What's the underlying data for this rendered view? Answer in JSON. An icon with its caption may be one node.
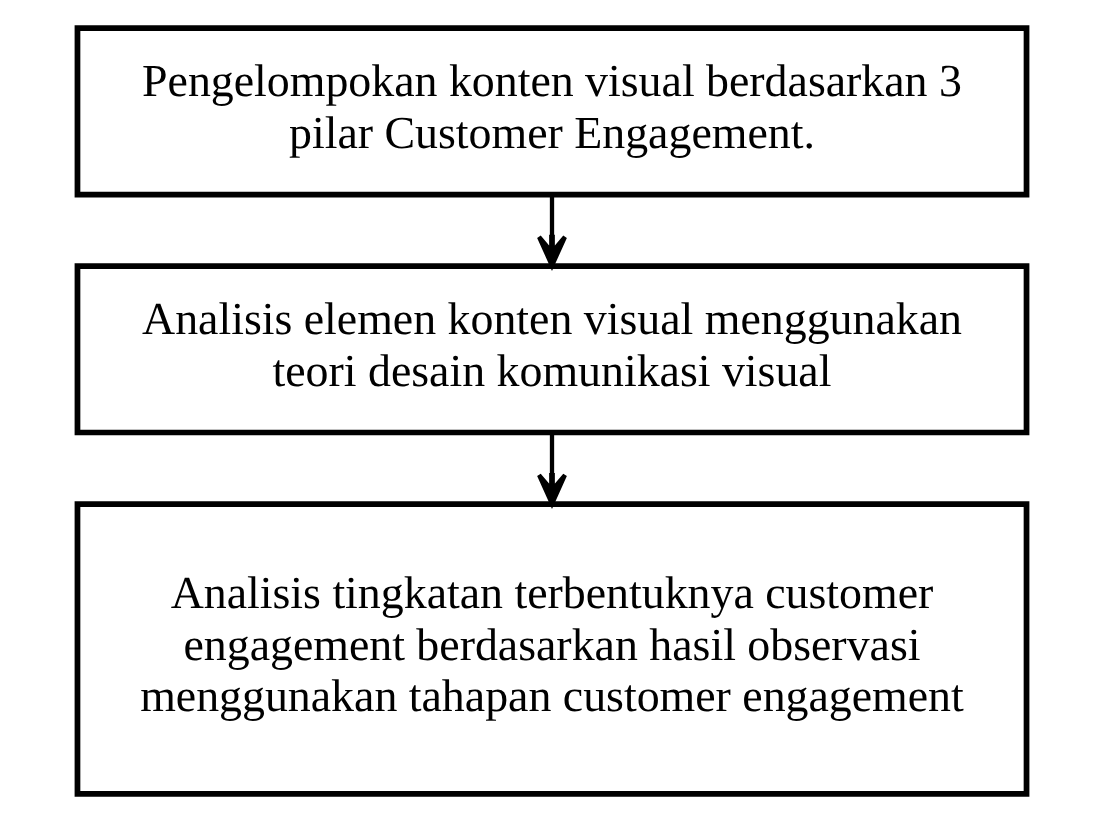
{
  "diagram": {
    "nodes": [
      {
        "text": [
          "Pengelompokan konten visual berdasarkan 3 pilar Customer Engagement."
        ]
      },
      {
        "text": [
          "Analisis elemen konten visual menggunakan teori desain komunikasi visual"
        ]
      },
      {
        "text": [
          "Analisis tingkatan terbentuknya customer engagement berdasarkan hasil observasi menggunakan tahapan customer engagement"
        ]
      }
    ],
    "edges": [
      {
        "from": 0,
        "to": 1,
        "arrow": "to"
      },
      {
        "from": 1,
        "to": 2,
        "arrow": "to"
      }
    ]
  }
}
